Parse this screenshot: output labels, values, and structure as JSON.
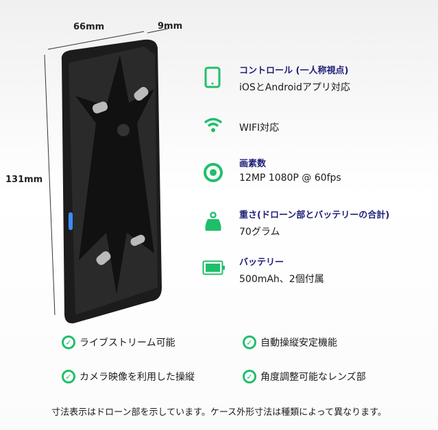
{
  "dimensions": {
    "width": "66mm",
    "depth": "9mm",
    "height": "131mm"
  },
  "specs": [
    {
      "icon": "tablet-icon",
      "title": "コントロール (一人称視点)",
      "value": "iOSとAndroidアプリ対応"
    },
    {
      "icon": "wifi-icon",
      "title": "",
      "value": "WIFI対応"
    },
    {
      "icon": "camera-lens-icon",
      "title": "画素数",
      "value": "12MP 1080P @ 60fps"
    },
    {
      "icon": "weight-icon",
      "title": "重さ(ドローン部とバッテリーの合計)",
      "value": "70グラム"
    },
    {
      "icon": "battery-icon",
      "title": "バッテリー",
      "value": "500mAh、2個付属"
    }
  ],
  "features": [
    "ライブストリーム可能",
    "自動操縦安定機能",
    "カメラ映像を利用した操縦",
    "角度調整可能なレンズ部"
  ],
  "footnote": "寸法表示はドローン部を示しています。ケース外形寸法は種類によって異なります。",
  "colors": {
    "accent": "#1fbf6a",
    "title": "#1e1e78"
  }
}
